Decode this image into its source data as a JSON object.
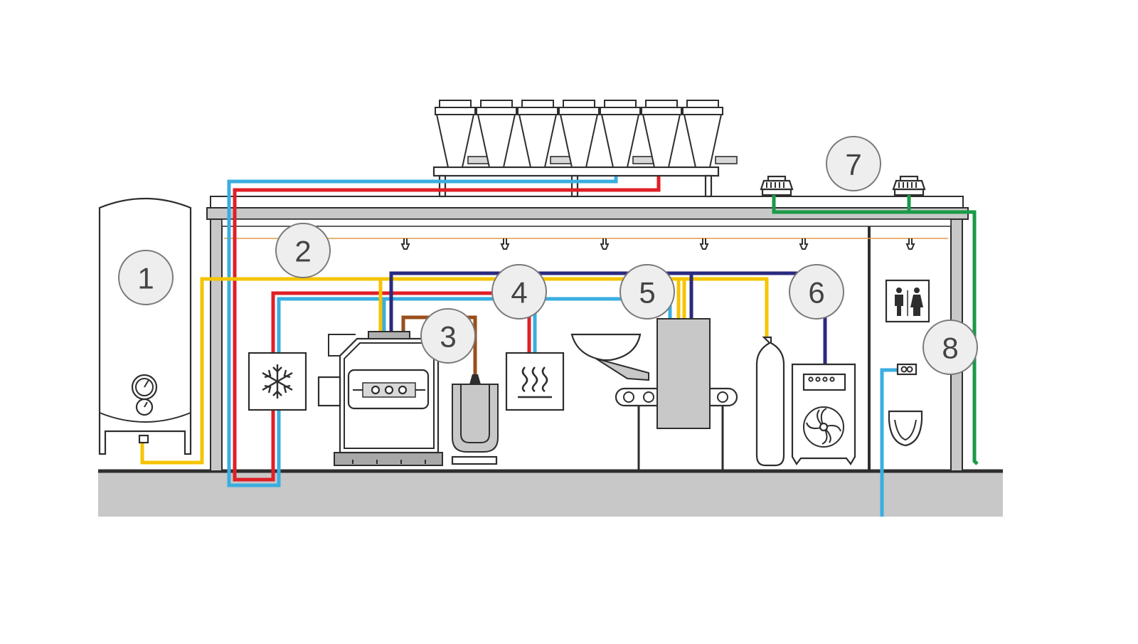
{
  "callouts": [
    {
      "id": "1",
      "label": "1"
    },
    {
      "id": "2",
      "label": "2"
    },
    {
      "id": "3",
      "label": "3"
    },
    {
      "id": "4",
      "label": "4"
    },
    {
      "id": "5",
      "label": "5"
    },
    {
      "id": "6",
      "label": "6"
    },
    {
      "id": "7",
      "label": "7"
    },
    {
      "id": "8",
      "label": "8"
    }
  ],
  "colors": {
    "cold_water": "#3aaee0",
    "hot_water": "#e01f26",
    "gas": "#f5c400",
    "compressed_air": "#2b2a80",
    "sprinkler": "#e39a4a",
    "ventilation": "#1a9a48",
    "steam": "#9a4e1a",
    "ground": "#c8c8c8",
    "roof": "#c8c8c8",
    "outline": "#2e2e2e"
  },
  "icons": [
    "snowflake-icon",
    "heat-waves-icon",
    "restroom-icon",
    "pressure-gauge-icon",
    "fan-icon"
  ]
}
